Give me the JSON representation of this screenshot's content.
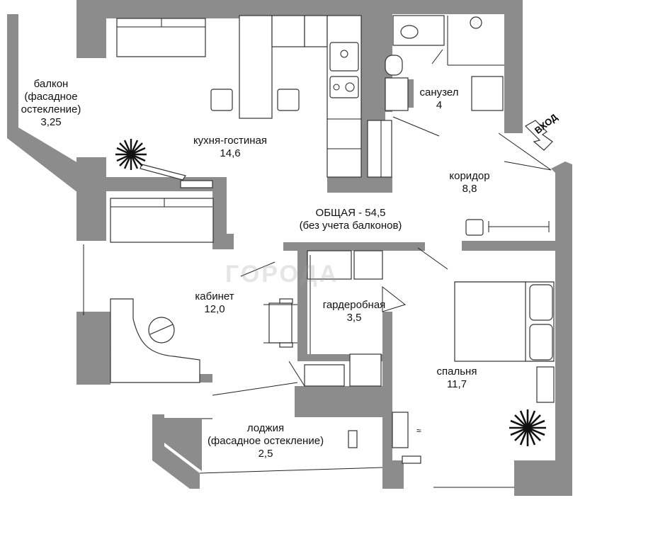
{
  "plan": {
    "total": {
      "line1": "ОБЩАЯ - 54,5",
      "line2": "(без учета балконов)"
    },
    "rooms": [
      {
        "id": "balcony",
        "name_lines": [
          "балкон",
          "(фасадное",
          "остекление)"
        ],
        "area": "3,25"
      },
      {
        "id": "kitchen",
        "name_lines": [
          "кухня-гостиная"
        ],
        "area": "14,6"
      },
      {
        "id": "bathroom",
        "name_lines": [
          "санузел"
        ],
        "area": "4"
      },
      {
        "id": "corridor",
        "name_lines": [
          "коридор"
        ],
        "area": "8,8"
      },
      {
        "id": "study",
        "name_lines": [
          "кабинет"
        ],
        "area": "12,0"
      },
      {
        "id": "wardrobe",
        "name_lines": [
          "гардеробная"
        ],
        "area": "3,5"
      },
      {
        "id": "bedroom",
        "name_lines": [
          "спальня"
        ],
        "area": "11,7"
      },
      {
        "id": "loggia",
        "name_lines": [
          "лоджия",
          "(фасадное остекление)"
        ],
        "area": "2,5"
      }
    ],
    "entrance_label": "ВХОД",
    "watermark": "ГОРОДА",
    "colors": {
      "wall": "#8c8c8c",
      "background": "#ffffff",
      "text": "#111111"
    }
  }
}
